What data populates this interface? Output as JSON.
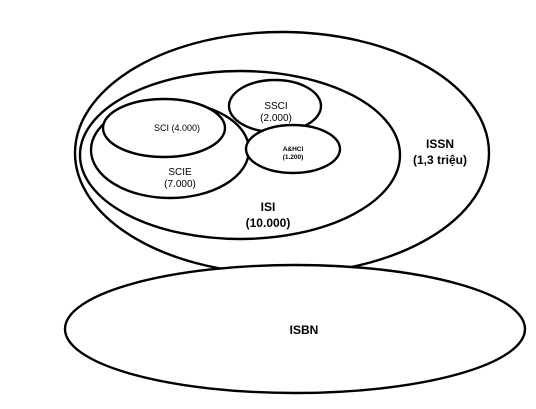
{
  "diagram": {
    "issn": {
      "name": "ISSN",
      "count": "(1,3 triệu)"
    },
    "isi": {
      "name": "ISI",
      "count": "(10.000)"
    },
    "scie": {
      "name": "SCIE",
      "count": "(7.000)"
    },
    "sci": {
      "label": "SCI (4.000)"
    },
    "ssci": {
      "name": "SSCI",
      "count": "(2.000)"
    },
    "ahci": {
      "name": "A&HCI",
      "count": "(1.200)"
    },
    "isbn": {
      "name": "ISBN"
    }
  }
}
